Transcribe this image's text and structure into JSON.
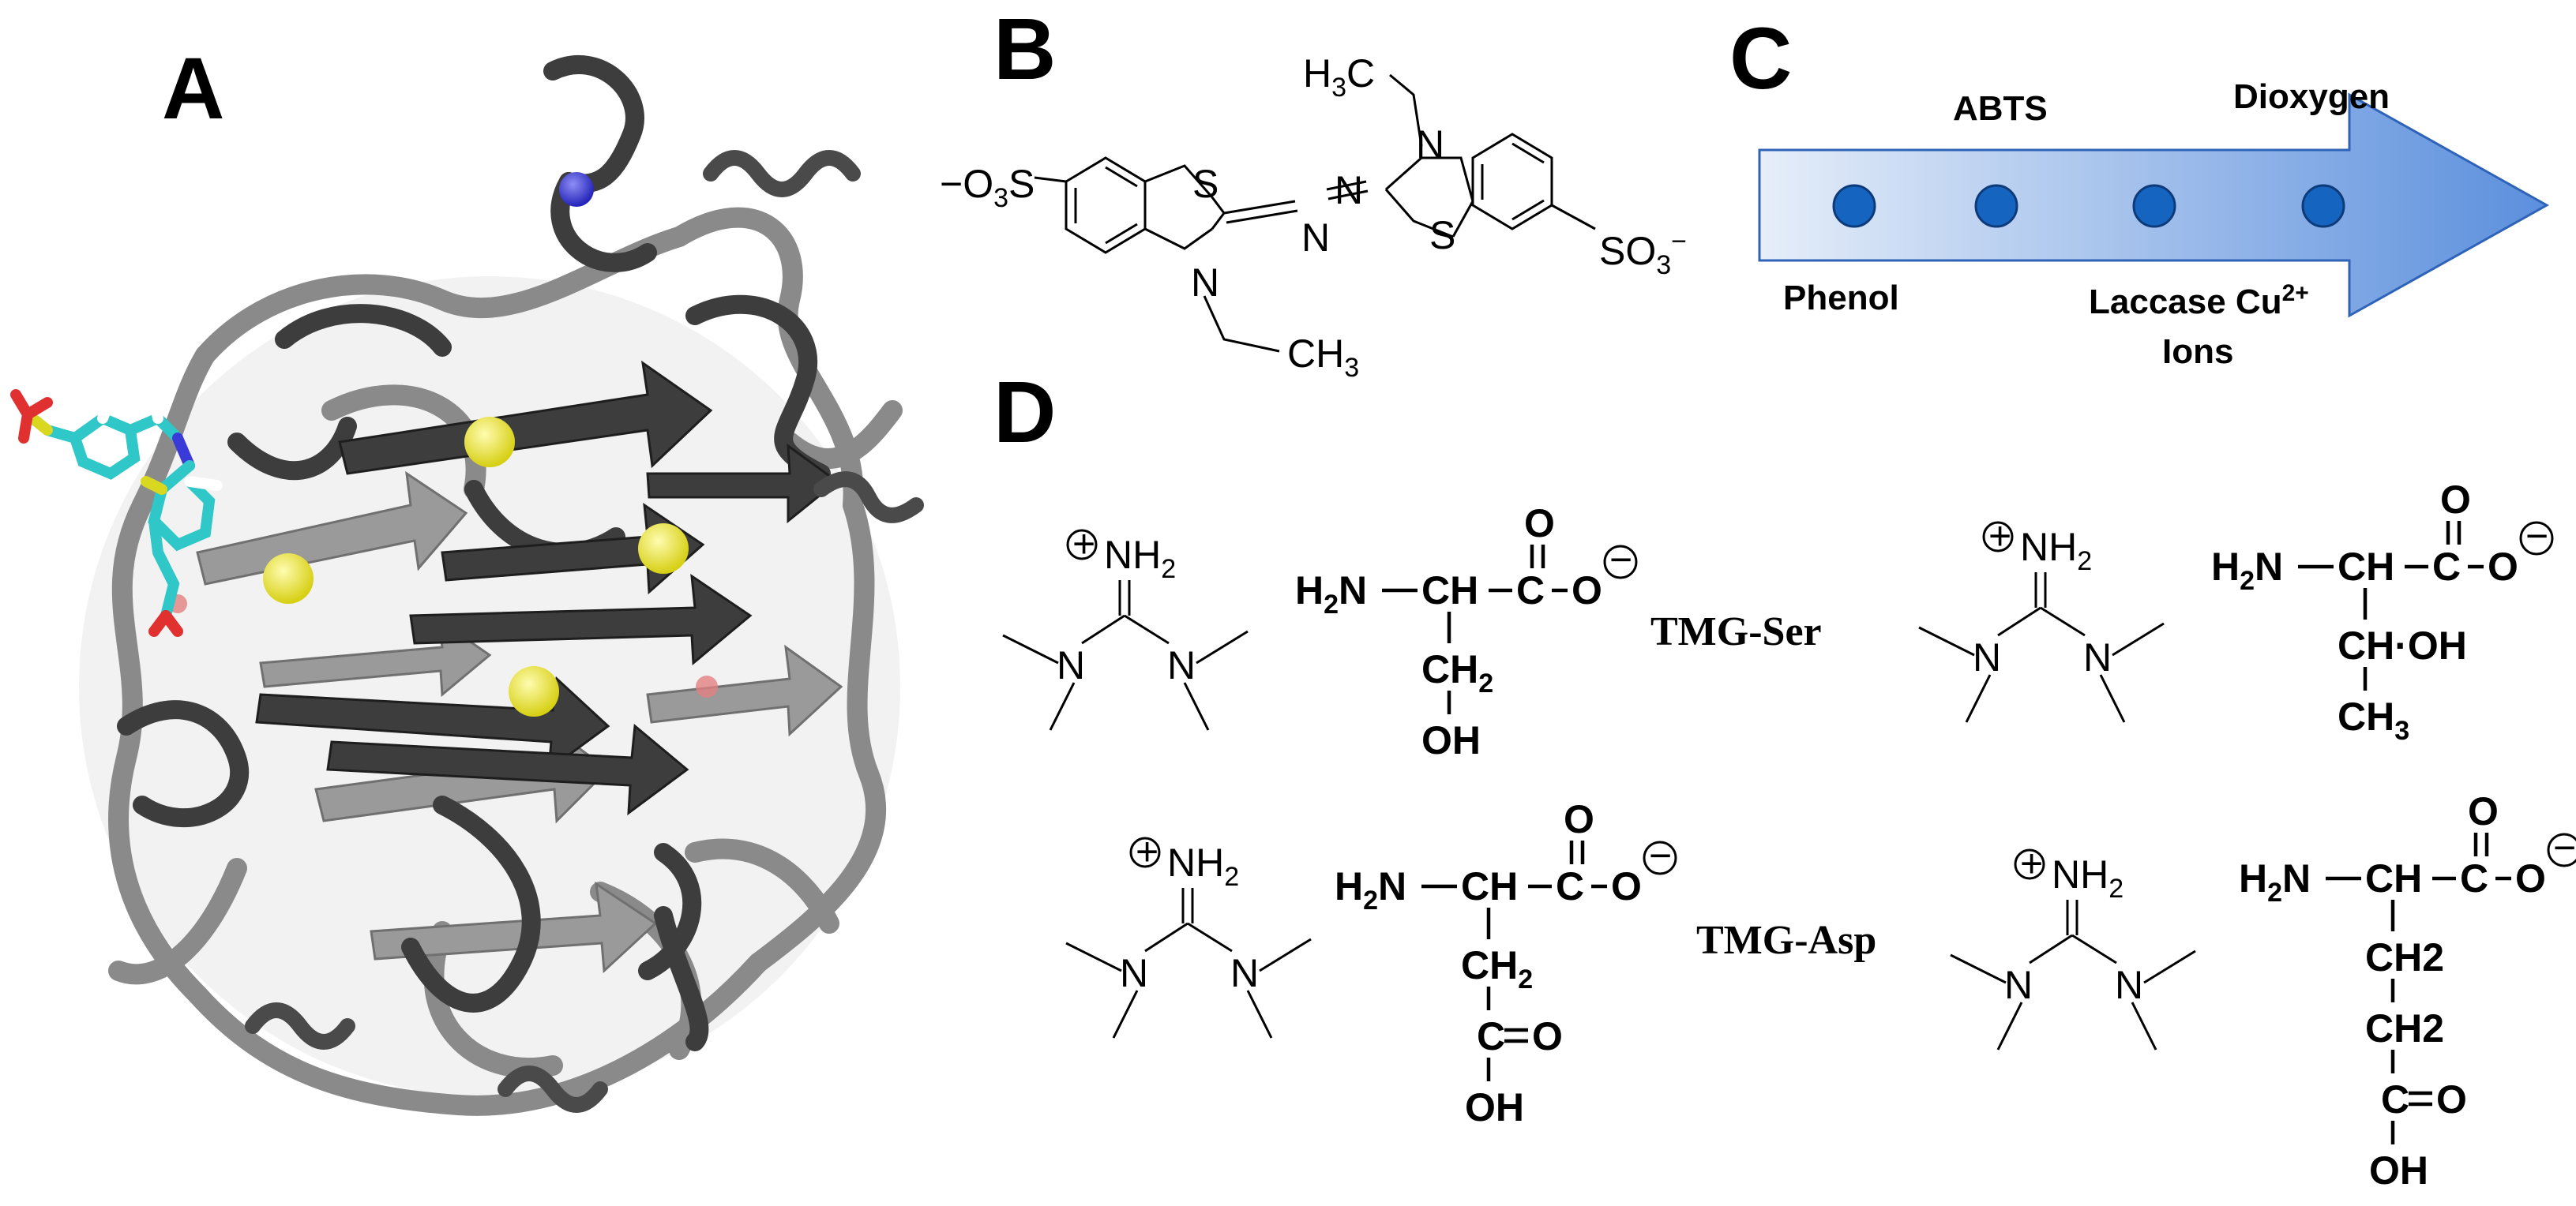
{
  "panels": {
    "a": {
      "letter": "A"
    },
    "b": {
      "letter": "B",
      "abts": {
        "left_group": "−O",
        "left_group_sub": "3",
        "left_group_end": "S",
        "s_ring_left": "S",
        "n_ring_left": "N",
        "azo_n1": "N",
        "azo_n2": "N",
        "n_ring_right": "N",
        "s_ring_right": "S",
        "ethyl_top": "H",
        "ethyl_top_sub": "3",
        "ethyl_top_end": "C",
        "ethyl_bottom": "CH",
        "ethyl_bottom_sub": "3",
        "right_group": "SO",
        "right_group_sub": "3",
        "right_group_sup": "−"
      }
    },
    "c": {
      "letter": "C",
      "labels": {
        "abts": "ABTS",
        "dioxygen": "Dioxygen",
        "phenol": "Phenol",
        "laccase": "Laccase Cu",
        "laccase_sup": "2+",
        "ions": "Ions"
      },
      "colors": {
        "arrow_start": "#e6eef9",
        "arrow_end": "#5b8fdd",
        "arrow_stroke": "#2f63b8",
        "dot_fill": "#1565c0",
        "dot_stroke": "#0d3b7a"
      }
    },
    "d": {
      "letter": "D",
      "labels": {
        "tmg_ser": "TMG-Ser",
        "tmg_asp": "TMG-Asp"
      },
      "tmg": {
        "plus": "+",
        "nh2": "NH",
        "nh2_sub": "2",
        "n": "N"
      },
      "amino": {
        "h2n": "H",
        "h2n_sub": "2",
        "h2n_end": "N",
        "ch": "CH",
        "c": "C",
        "o_top": "O",
        "o_minus": "O",
        "minus": "−",
        "ser_ch2": "CH",
        "ser_ch2_sub": "2",
        "ser_oh": "OH",
        "thr_choh": "CH·OH",
        "thr_ch3": "CH",
        "thr_ch3_sub": "3",
        "asp_ch2": "CH",
        "asp_ch2_sub": "2",
        "asp_c": "C",
        "asp_o": "O",
        "asp_oh": "OH",
        "glu_ch2_a": "CH2",
        "glu_ch2_b": "CH2",
        "glu_c": "C",
        "glu_o": "O",
        "glu_oh": "OH"
      }
    }
  },
  "colors": {
    "protein_light": "#8a8a8a",
    "protein_dark": "#3d3d3d",
    "copper": "#e5e02a",
    "blue_atom": "#3a3ad8",
    "ligand_carbon": "#2fc7c7",
    "ligand_oxygen": "#e03030",
    "ligand_sulfur": "#d8d820"
  }
}
